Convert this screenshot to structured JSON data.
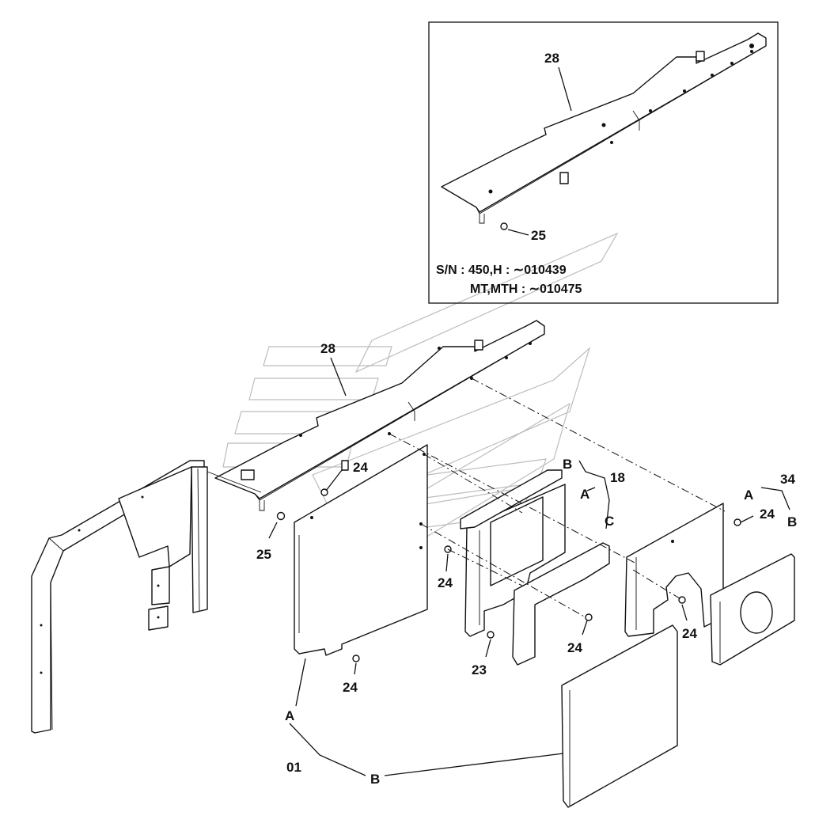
{
  "inset": {
    "serial_line_1": "S/N :  450,H :  ∼010439",
    "serial_line_2": "MT,MTH :  ∼010475"
  },
  "callouts": {
    "inset_28": "28",
    "inset_25": "25",
    "main_28": "28",
    "bolt_24_top": "24",
    "bolt_25_main": "25",
    "ref_B_18": "B",
    "part_18": "18",
    "ref_A_18": "A",
    "ref_C_18": "C",
    "bolt_24_mid": "24",
    "bolt_24_mid2": "24",
    "bolt_23": "23",
    "bolt_24_bottom": "24",
    "ref_A_34": "A",
    "part_34": "34",
    "bolt_24_right": "24",
    "ref_B_34": "B",
    "bolt_24_right2": "24",
    "ref_A_01": "A",
    "part_01": "01",
    "ref_B_01": "B"
  }
}
